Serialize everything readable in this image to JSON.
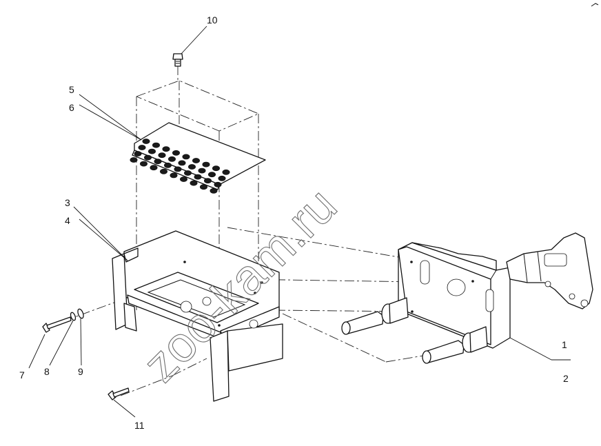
{
  "watermark": "zoo-kam.ru",
  "callouts": [
    {
      "id": "1",
      "label": "1"
    },
    {
      "id": "2",
      "label": "2"
    },
    {
      "id": "3",
      "label": "3"
    },
    {
      "id": "4",
      "label": "4"
    },
    {
      "id": "5",
      "label": "5"
    },
    {
      "id": "6",
      "label": "6"
    },
    {
      "id": "7",
      "label": "7"
    },
    {
      "id": "8",
      "label": "8"
    },
    {
      "id": "9",
      "label": "9"
    },
    {
      "id": "10",
      "label": "10"
    },
    {
      "id": "11",
      "label": "11"
    }
  ]
}
